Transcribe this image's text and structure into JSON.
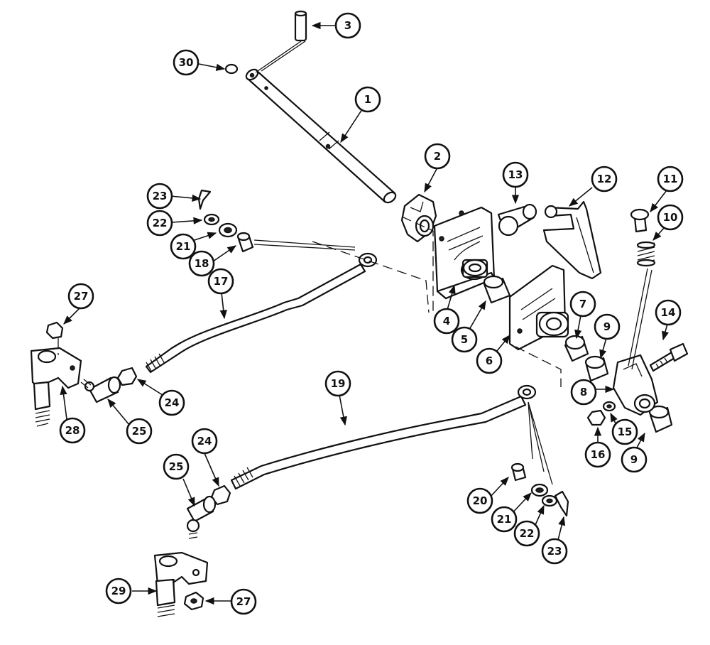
{
  "callouts": [
    {
      "id": "c1",
      "label": "1"
    },
    {
      "id": "c2",
      "label": "2"
    },
    {
      "id": "c3",
      "label": "3"
    },
    {
      "id": "c4",
      "label": "4"
    },
    {
      "id": "c5",
      "label": "5"
    },
    {
      "id": "c6",
      "label": "6"
    },
    {
      "id": "c7",
      "label": "7"
    },
    {
      "id": "c8",
      "label": "8"
    },
    {
      "id": "c9a",
      "label": "9"
    },
    {
      "id": "c9b",
      "label": "9"
    },
    {
      "id": "c10",
      "label": "10"
    },
    {
      "id": "c11",
      "label": "11"
    },
    {
      "id": "c12",
      "label": "12"
    },
    {
      "id": "c13",
      "label": "13"
    },
    {
      "id": "c14",
      "label": "14"
    },
    {
      "id": "c15",
      "label": "15"
    },
    {
      "id": "c16",
      "label": "16"
    },
    {
      "id": "c17",
      "label": "17"
    },
    {
      "id": "c18",
      "label": "18"
    },
    {
      "id": "c19",
      "label": "19"
    },
    {
      "id": "c20",
      "label": "20"
    },
    {
      "id": "c21a",
      "label": "21"
    },
    {
      "id": "c21b",
      "label": "21"
    },
    {
      "id": "c22a",
      "label": "22"
    },
    {
      "id": "c22b",
      "label": "22"
    },
    {
      "id": "c23a",
      "label": "23"
    },
    {
      "id": "c23b",
      "label": "23"
    },
    {
      "id": "c24a",
      "label": "24"
    },
    {
      "id": "c24b",
      "label": "24"
    },
    {
      "id": "c25a",
      "label": "25"
    },
    {
      "id": "c25b",
      "label": "25"
    },
    {
      "id": "c27a",
      "label": "27"
    },
    {
      "id": "c27b",
      "label": "27"
    },
    {
      "id": "c28",
      "label": "28"
    },
    {
      "id": "c29",
      "label": "29"
    },
    {
      "id": "c30",
      "label": "30"
    }
  ]
}
